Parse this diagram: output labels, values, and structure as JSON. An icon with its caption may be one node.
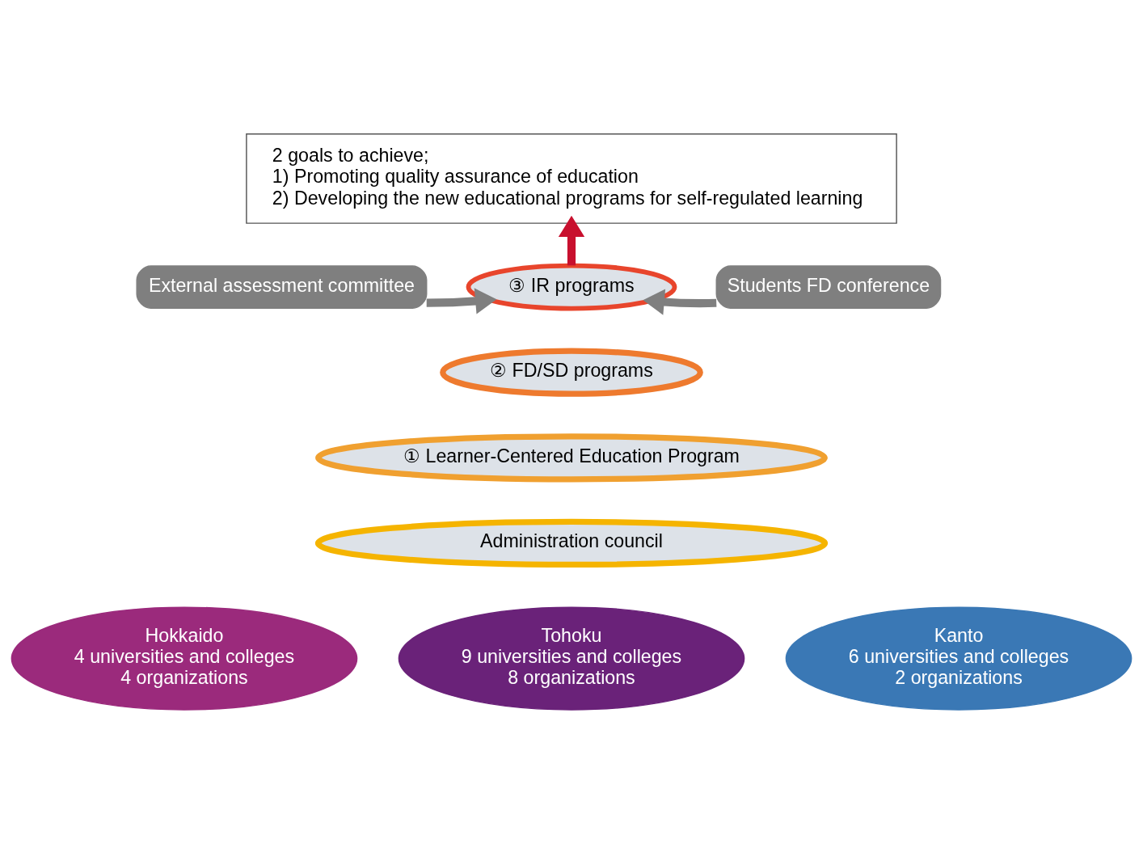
{
  "diagram": {
    "nodes": [
      {
        "text": [
          "2 goals to achieve;",
          "1) Promoting quality assurance of education",
          "2) Developing the new educational programs for self-regulated learning"
        ]
      },
      {
        "text": [
          "External assessment committee"
        ]
      },
      {
        "text": [
          "③ IR programs"
        ]
      },
      {
        "text": [
          "Students FD conference"
        ]
      },
      {
        "text": [
          "② FD/SD programs"
        ]
      },
      {
        "text": [
          "① Learner-Centered Education Program"
        ]
      },
      {
        "text": [
          "Administration council"
        ]
      },
      {
        "text": [
          "Hokkaido",
          "4 universities and colleges",
          "4 organizations"
        ]
      },
      {
        "text": [
          "Kanto",
          "6 universities and colleges",
          "2 organizations"
        ]
      },
      {
        "text": [
          "Tohoku",
          "9 universities and colleges",
          "8 organizations"
        ]
      }
    ],
    "edges": [
      {
        "from": 1,
        "to": 2,
        "arrow": "to"
      },
      {
        "from": 3,
        "to": 2,
        "arrow": "to"
      },
      {
        "from": 2,
        "to": 0,
        "arrow": "to",
        "color": "#c8102e"
      }
    ]
  }
}
